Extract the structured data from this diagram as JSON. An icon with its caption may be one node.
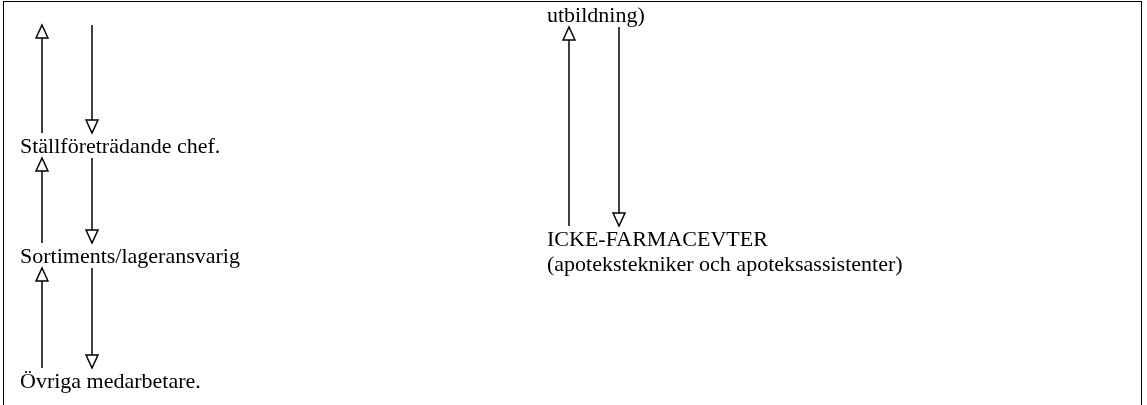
{
  "diagram": {
    "nodes": [
      {
        "text": [
          "Ställföreträdande chef."
        ]
      },
      {
        "text": [
          "Sortiments/lageransvarig"
        ]
      },
      {
        "text": [
          "Övriga medarbetare."
        ]
      },
      {
        "text": [
          "utbildning)"
        ]
      },
      {
        "text": [
          "ICKE-FARMACEVTER",
          "(apotekstekniker och apoteksassistenter)"
        ]
      }
    ],
    "edges": [
      {
        "from": 0,
        "to": null,
        "arrow": "to"
      },
      {
        "from": null,
        "to": 0,
        "arrow": "to"
      },
      {
        "from": 1,
        "to": 0,
        "arrow": "to"
      },
      {
        "from": 0,
        "to": 1,
        "arrow": "to"
      },
      {
        "from": 2,
        "to": 1,
        "arrow": "to"
      },
      {
        "from": 1,
        "to": 2,
        "arrow": "to"
      },
      {
        "from": 4,
        "to": 3,
        "arrow": "to"
      },
      {
        "from": 3,
        "to": 4,
        "arrow": "to"
      }
    ]
  }
}
